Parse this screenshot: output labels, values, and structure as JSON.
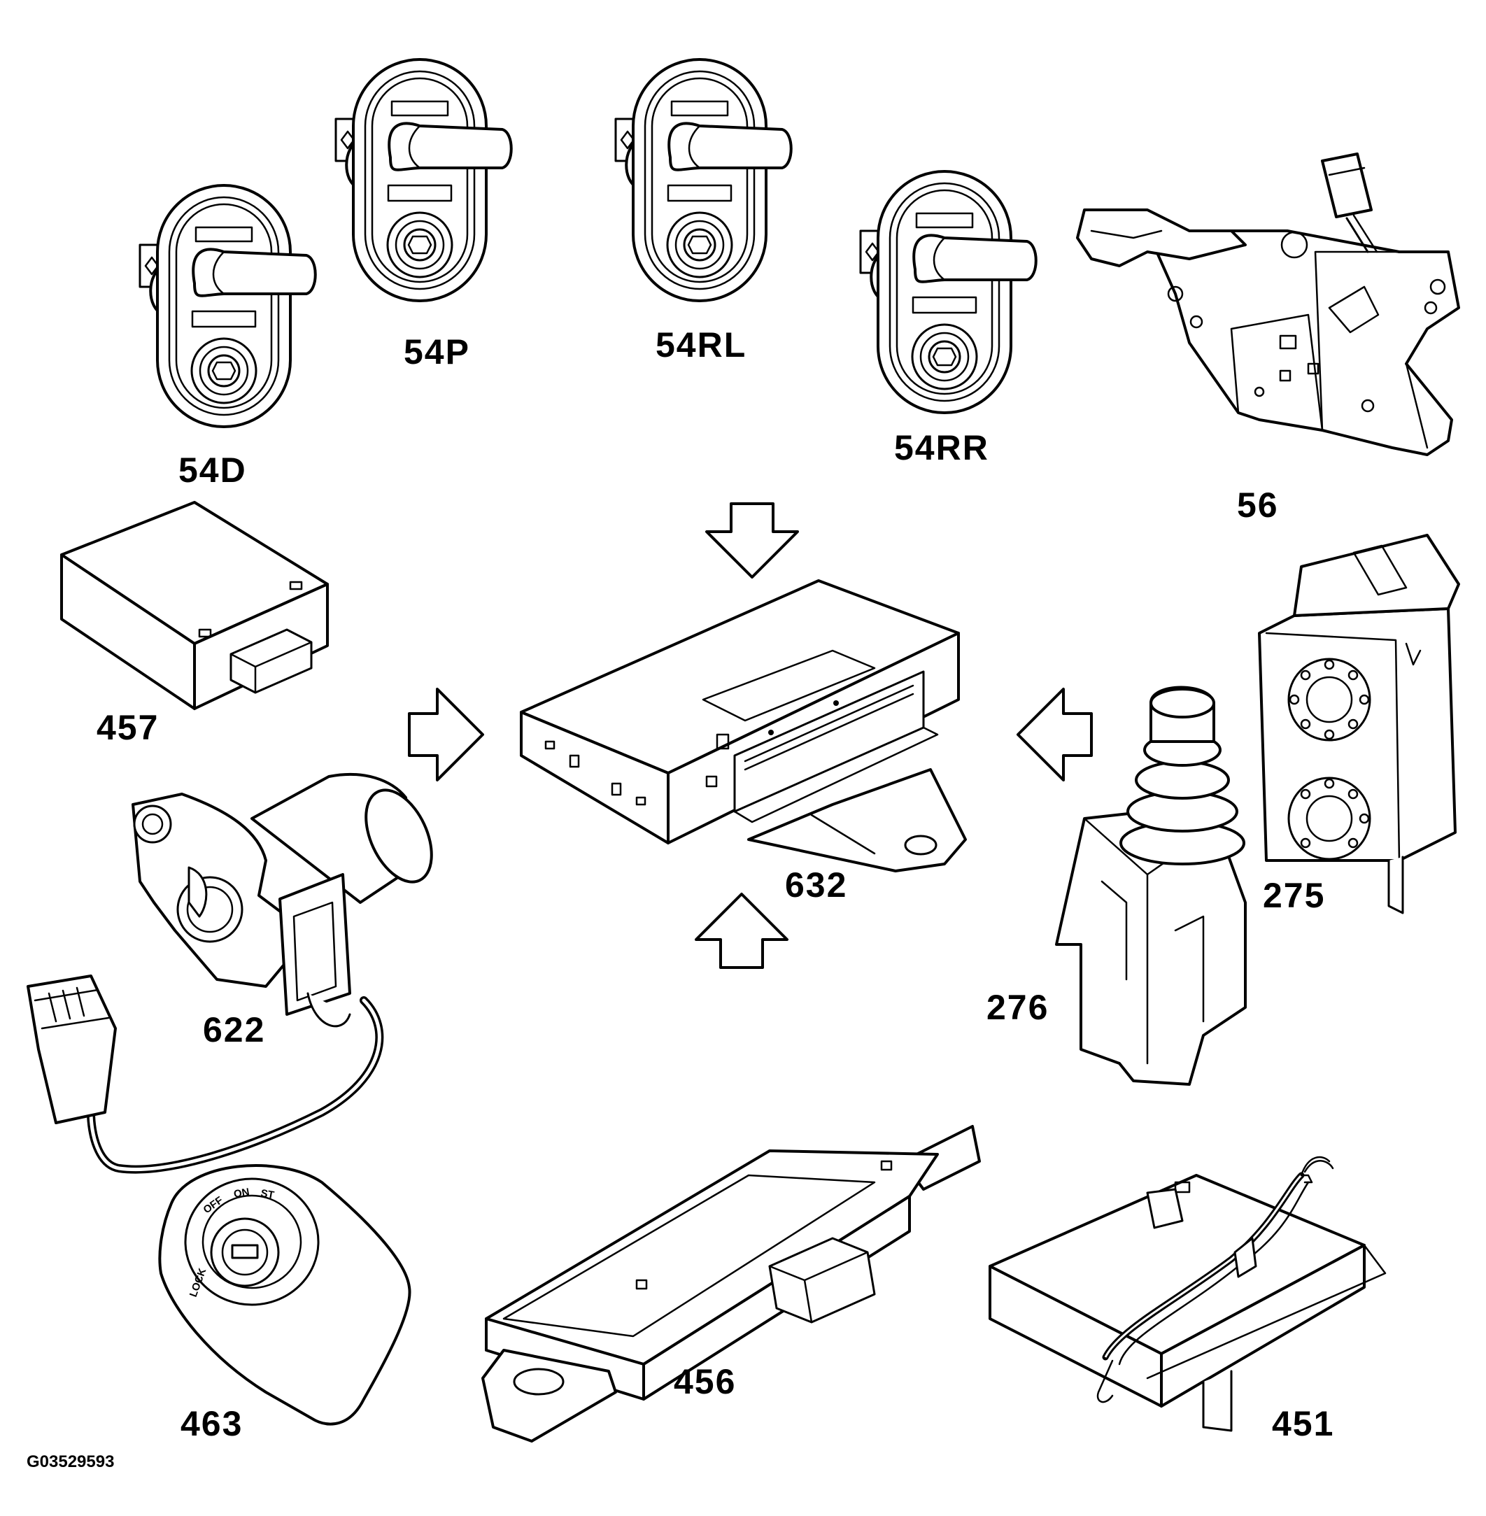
{
  "diagram": {
    "figure_code": "G03529593",
    "components": [
      {
        "id": "54D",
        "label": "54D",
        "kind": "door-lock-cylinder"
      },
      {
        "id": "54P",
        "label": "54P",
        "kind": "door-lock-cylinder"
      },
      {
        "id": "54RL",
        "label": "54RL",
        "kind": "door-lock-cylinder"
      },
      {
        "id": "54RR",
        "label": "54RR",
        "kind": "door-lock-cylinder"
      },
      {
        "id": "56",
        "label": "56",
        "kind": "latch-assembly"
      },
      {
        "id": "457",
        "label": "457",
        "kind": "module-box"
      },
      {
        "id": "632",
        "label": "632",
        "kind": "central-control-module"
      },
      {
        "id": "275",
        "label": "275",
        "kind": "actuator"
      },
      {
        "id": "276",
        "label": "276",
        "kind": "actuator"
      },
      {
        "id": "622",
        "label": "622",
        "kind": "motor-actuator"
      },
      {
        "id": "463",
        "label": "463",
        "kind": "ignition-switch"
      },
      {
        "id": "456",
        "label": "456",
        "kind": "receiver-module"
      },
      {
        "id": "451",
        "label": "451",
        "kind": "module-with-harness"
      }
    ],
    "ignition_markings": [
      "LOCK",
      "OFF",
      "ON",
      "ST"
    ]
  }
}
